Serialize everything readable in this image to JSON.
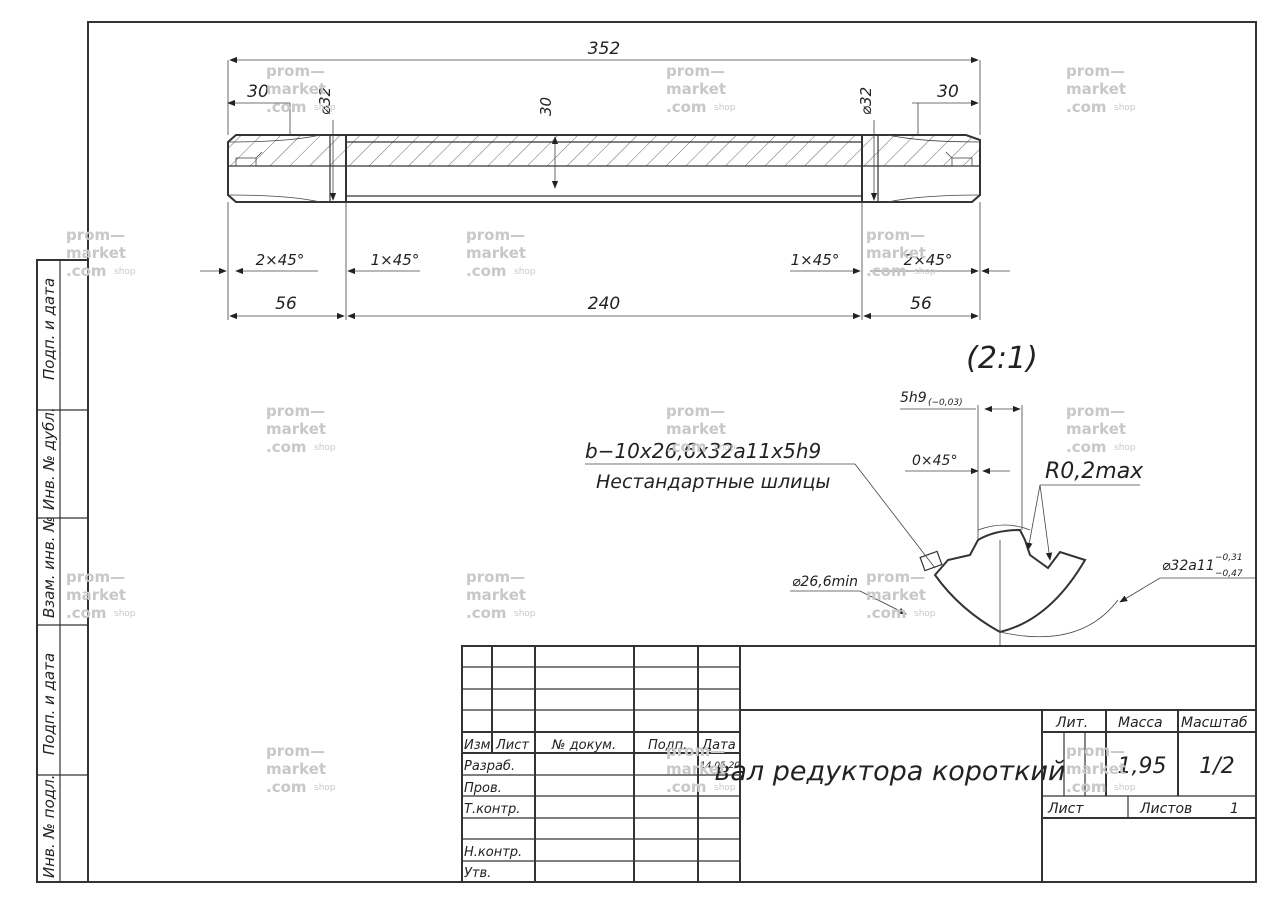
{
  "dimensions": {
    "overall_length": "352",
    "left_end": "30",
    "right_end": "30",
    "dia_left": "⌀32",
    "dia_right": "⌀32",
    "center_height": "30",
    "chamfer_left_outer": "2×45°",
    "chamfer_left_inner": "1×45°",
    "chamfer_right_inner": "1×45°",
    "chamfer_right_outer": "2×45°",
    "seg_left": "56",
    "seg_mid": "240",
    "seg_right": "56"
  },
  "detail": {
    "scale": "(2:1)",
    "key_width": "5h9",
    "key_tol": "(−0,03)",
    "chamfer": "0×45°",
    "radius": "R0,2max",
    "spline_spec": "b−10x26,6x32a11x5h9",
    "spline_note": "Нестандартные шлицы",
    "inner_dia": "⌀26,6min",
    "outer_dia": "⌀32a11",
    "outer_tol_up": "−0,31",
    "outer_tol_low": "−0,47"
  },
  "side_labels": [
    "Подп. и дата",
    "Инв. № дубл.",
    "Взам. инв. №",
    "Подп. и дата",
    "Инв. № подл."
  ],
  "title_block": {
    "col_izm": "Изм.",
    "col_list": "Лист",
    "col_doc": "№ докум.",
    "col_podp": "Подп.",
    "col_date": "Дата",
    "row_razrab": "Разраб.",
    "row_prov": "Пров.",
    "row_tkontr": "Т.контр.",
    "row_nkontr": "Н.контр.",
    "row_utv": "Утв.",
    "date_value": "14.05.20",
    "title": "вал редуктора короткий",
    "lit": "Лит.",
    "mass_label": "Масса",
    "scale_label": "Масштаб",
    "mass": "1,95",
    "scale": "1/2",
    "sheet_label": "Лист",
    "sheets_label": "Листов",
    "sheets": "1"
  },
  "watermark": {
    "line1": "prom—",
    "line2": "market",
    "line3": ".com",
    "suffix": "shop"
  }
}
